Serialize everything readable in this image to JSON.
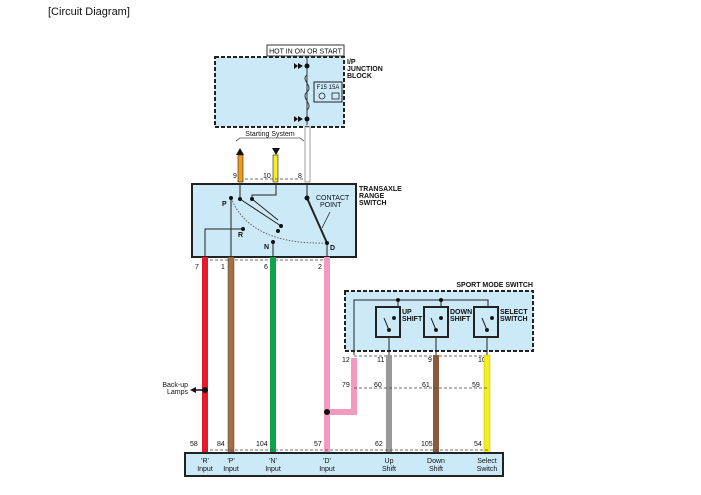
{
  "title": "[Circuit Diagram]",
  "colors": {
    "box_fill": "#cce9f7",
    "wire_red": "#e8192c",
    "wire_brown": "#a0704a",
    "wire_green": "#0fa34a",
    "wire_pink": "#f49ac1",
    "wire_gray": "#999999",
    "wire_dbrown": "#8b5a3c",
    "wire_yellow": "#f5ee1f",
    "wire_orange": "#f39a1e"
  },
  "hot_in": "HOT IN ON OR START",
  "junction_block": {
    "label1": "I/P",
    "label2": "JUNCTION",
    "label3": "BLOCK",
    "fuse": "F15 15A"
  },
  "starting_system": "Starting System",
  "transaxle": {
    "label1": "TRANSAXLE",
    "label2": "RANGE",
    "label3": "SWITCH",
    "contact1": "CONTACT",
    "contact2": "POINT",
    "positions": {
      "p": "P",
      "r": "R",
      "n": "N",
      "d": "D"
    },
    "top_pins": {
      "a": "9",
      "b": "10",
      "c": "8"
    },
    "bottom_pins": {
      "a": "7",
      "b": "1",
      "c": "6",
      "d": "2"
    }
  },
  "sport_mode": {
    "label": "SPORT MODE SWITCH",
    "up1": "UP",
    "up2": "SHIFT",
    "down1": "DOWN",
    "down2": "SHIFT",
    "sel1": "SELECT",
    "sel2": "SWITCH",
    "pins": {
      "a": "12",
      "b": "11",
      "c": "9",
      "d": "10"
    },
    "conn_pins": {
      "a": "79",
      "b": "60",
      "c": "61",
      "d": "59"
    }
  },
  "backup_lamps": {
    "l1": "Back-up",
    "l2": "Lamps"
  },
  "tcm_pins": {
    "a": "58",
    "b": "84",
    "c": "104",
    "d": "57",
    "e": "62",
    "f": "105",
    "g": "54"
  },
  "tcm_labels": [
    {
      "l1": "'R'",
      "l2": "Input"
    },
    {
      "l1": "'P'",
      "l2": "Input"
    },
    {
      "l1": "'N'",
      "l2": "Input"
    },
    {
      "l1": "'D'",
      "l2": "Input"
    },
    {
      "l1": "Up",
      "l2": "Shift"
    },
    {
      "l1": "Down",
      "l2": "Shift"
    },
    {
      "l1": "Select",
      "l2": "Switch"
    }
  ]
}
